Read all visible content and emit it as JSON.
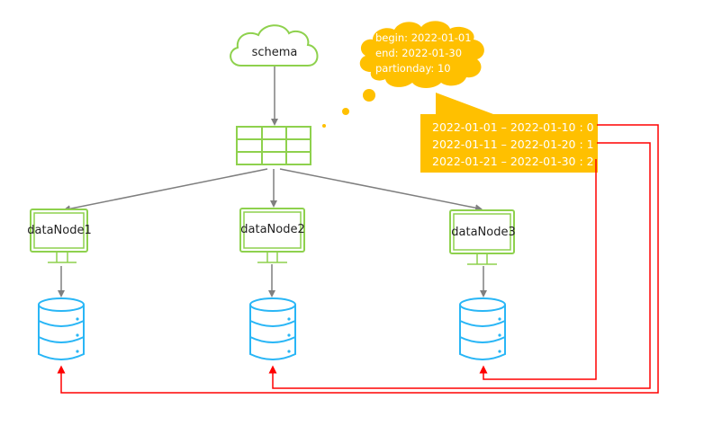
{
  "diagram": {
    "schema_label": "schema",
    "nodes": [
      {
        "label": "dataNode1"
      },
      {
        "label": "dataNode2"
      },
      {
        "label": "dataNode3"
      }
    ],
    "thought": {
      "lines": [
        "begin: 2022-01-01",
        "end: 2022-01-30",
        "partionday: 10"
      ]
    },
    "callout": {
      "lines": [
        "2022-01-01 – 2022-01-10 : 0",
        "2022-01-11 – 2022-01-20 : 1",
        "2022-01-21 – 2022-01-30 : 2"
      ]
    },
    "colors": {
      "green": "#8ed14d",
      "blue": "#29b6f6",
      "gray": "#7f7f7f",
      "red": "#ff0000",
      "amber": "#ffc000"
    }
  }
}
